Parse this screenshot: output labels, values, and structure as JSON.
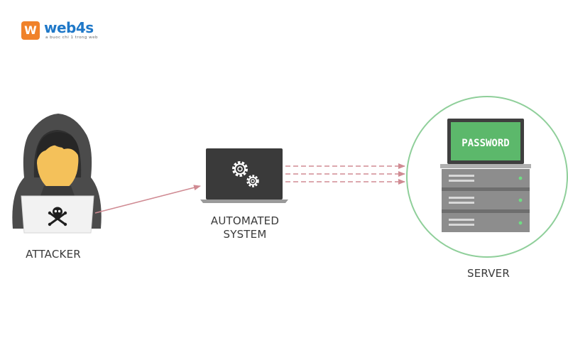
{
  "logo": {
    "badge_letter": "W",
    "name": "web4s",
    "tagline": "a buoc chi 1 trong web",
    "badge_color": "#f0822a",
    "name_color": "#1f78c8"
  },
  "nodes": {
    "attacker": {
      "label": "ATTACKER"
    },
    "automated": {
      "label_line1": "AUTOMATED",
      "label_line2": "SYSTEM"
    },
    "server": {
      "label": "SERVER",
      "screen_text": "PASSWORD"
    }
  },
  "colors": {
    "arrow": "#d08b93",
    "hood": "#4b4b4b",
    "face": "#f4c15a",
    "screen_green": "#5cb86b",
    "circle": "#8fcf9a",
    "server_body": "#8d8d8d",
    "server_led": "#6fdc83",
    "laptop_dark": "#3a3a3a"
  },
  "icons": {
    "attacker_laptop": "skull-crossbones-icon",
    "automated_screen": "gears-icon"
  }
}
